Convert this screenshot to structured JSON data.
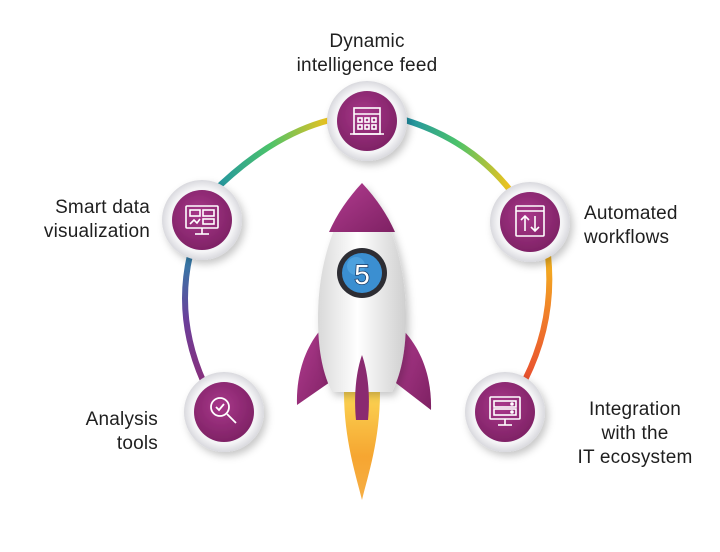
{
  "ring_colors": {
    "top_left": "#3aa6a6",
    "top_right": "#f2c21b",
    "left": "#7a4a9a",
    "right": "#f07a2a",
    "node_fill": "#8e2a72",
    "node_ring": "#e7e7ea"
  },
  "rocket": {
    "number": "5",
    "body_color": "#f2f2f2",
    "fin_color": "#9a2b78",
    "flame_color": "#f6a828"
  },
  "nodes": [
    {
      "id": "dynamic-feed",
      "icon": "building-icon",
      "label_lines": [
        "Dynamic",
        "intelligence feed"
      ]
    },
    {
      "id": "smart-data",
      "icon": "dashboard-monitor-icon",
      "label_lines": [
        "Smart data",
        "visualization"
      ]
    },
    {
      "id": "automated",
      "icon": "transfer-arrows-icon",
      "label_lines": [
        "Automated",
        "workflows"
      ]
    },
    {
      "id": "analysis",
      "icon": "magnifier-icon",
      "label_lines": [
        "Analysis",
        "tools"
      ]
    },
    {
      "id": "integration",
      "icon": "server-monitor-icon",
      "label_lines": [
        "Integration",
        "with the",
        "IT ecosystem"
      ]
    }
  ]
}
